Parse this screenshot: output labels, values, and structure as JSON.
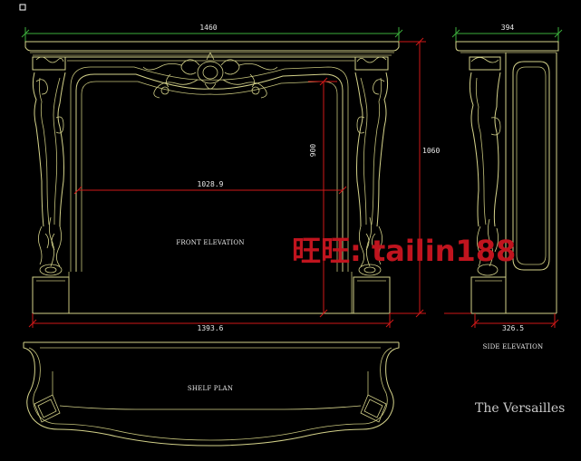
{
  "dimensions": {
    "front_width": "1460",
    "side_width": "394",
    "opening_height": "900",
    "overall_height": "1060",
    "opening_width": "1028.9",
    "base_width": "1393.6",
    "side_base_width": "326.5"
  },
  "labels": {
    "front": "FRONT ELEVATION",
    "side": "SIDE ELEVATION",
    "plan": "SHELF PLAN"
  },
  "title": "The Versailles",
  "watermark": "旺旺: tailin188",
  "colors": {
    "background": "#000000",
    "linework": "#d4d28a",
    "dimension_red": "#d01818",
    "dimension_green": "#3cae3c",
    "text": "#e8e8e8",
    "watermark": "#c0141e"
  }
}
